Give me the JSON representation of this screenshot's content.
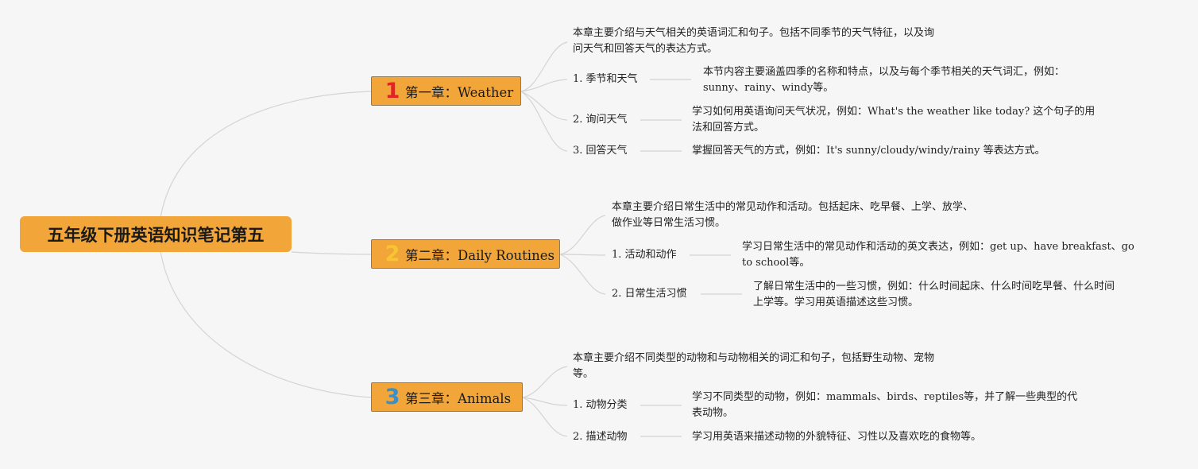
{
  "root": {
    "title": "五年级下册英语知识笔记第五"
  },
  "colors": {
    "node": "#f2a63a",
    "num1": "#e02424",
    "num2": "#f7c531",
    "num3": "#3a8fc9",
    "line": "#d4d4d4"
  },
  "chapters": [
    {
      "num": "1",
      "label": "第一章：Weather",
      "intro": [
        "本章主要介绍与天气相关的英语词汇和句子。包括不同季节的天气特征，以及询",
        "问天气和回答天气的表达方式。"
      ],
      "items": [
        {
          "label": "1. 季节和天气",
          "detail": [
            "本节内容主要涵盖四季的名称和特点，以及与每个季节相关的天气词汇，例如：",
            "sunny、rainy、windy等。"
          ]
        },
        {
          "label": "2. 询问天气",
          "detail": [
            "学习如何用英语询问天气状况，例如：What's the weather like today? 这个句子的用",
            "法和回答方式。"
          ]
        },
        {
          "label": "3. 回答天气",
          "detail": [
            "掌握回答天气的方式，例如：It's sunny/cloudy/windy/rainy 等表达方式。"
          ]
        }
      ]
    },
    {
      "num": "2",
      "label": "第二章：Daily Routines",
      "intro": [
        "本章主要介绍日常生活中的常见动作和活动。包括起床、吃早餐、上学、放学、",
        "做作业等日常生活习惯。"
      ],
      "items": [
        {
          "label": "1. 活动和动作",
          "detail": [
            "学习日常生活中的常见动作和活动的英文表达，例如：get up、have breakfast、go",
            "to school等。"
          ]
        },
        {
          "label": "2. 日常生活习惯",
          "detail": [
            "了解日常生活中的一些习惯，例如：什么时间起床、什么时间吃早餐、什么时间",
            "上学等。学习用英语描述这些习惯。"
          ]
        }
      ]
    },
    {
      "num": "3",
      "label": "第三章：Animals",
      "intro": [
        "本章主要介绍不同类型的动物和与动物相关的词汇和句子，包括野生动物、宠物",
        "等。"
      ],
      "items": [
        {
          "label": "1. 动物分类",
          "detail": [
            "学习不同类型的动物，例如：mammals、birds、reptiles等，并了解一些典型的代",
            "表动物。"
          ]
        },
        {
          "label": "2. 描述动物",
          "detail": [
            "学习用英语来描述动物的外貌特征、习性以及喜欢吃的食物等。"
          ]
        }
      ]
    }
  ]
}
